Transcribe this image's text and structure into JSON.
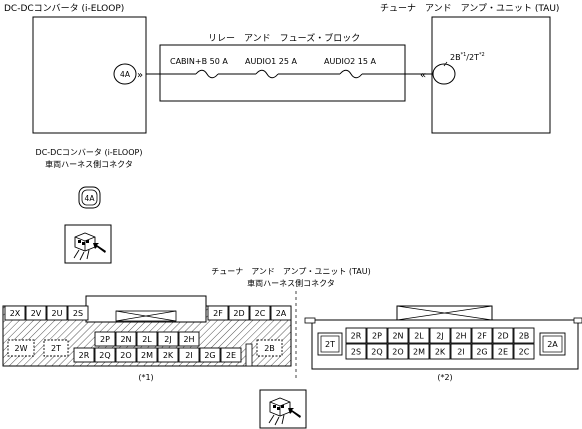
{
  "dcdc": {
    "title": "DC-DCコンバータ (i-ELOOP)",
    "connector_id": "4A",
    "harness_label_line1": "DC-DCコンバータ (i-ELOOP)",
    "harness_label_line2": "車両ハーネス側コネクタ"
  },
  "tau": {
    "title": "チューナ　アンド　アンプ・ユニット (TAU)",
    "pin_label": "2B",
    "pin_sup1": "*1",
    "pin_mid": "/2T",
    "pin_sup2": "*2",
    "harness_label_line1": "チューナ　アンド　アンプ・ユニット (TAU)",
    "harness_label_line2": "車両ハーネス側コネクタ"
  },
  "relay_block": {
    "title": "リレー　アンド　フューズ・ブロック",
    "fuses": [
      "CABIN+B 50 A",
      "AUDIO1 25 A",
      "AUDIO2 15 A"
    ]
  },
  "connector1": {
    "top_left": [
      "2X",
      "2V",
      "2U",
      "2S"
    ],
    "top_right": [
      "2F",
      "2D",
      "2C",
      "2A"
    ],
    "mid_left": "2W",
    "mid_left2": "2T",
    "row1": [
      "2P",
      "2N",
      "2L",
      "2J",
      "2H"
    ],
    "row2": [
      "2R",
      "2Q",
      "2O",
      "2M",
      "2K",
      "2I",
      "2G",
      "2E"
    ],
    "right": "2B",
    "note": "(*1)"
  },
  "connector2": {
    "left": "2T",
    "right": "2A",
    "row1": [
      "2R",
      "2P",
      "2N",
      "2L",
      "2J",
      "2H",
      "2F",
      "2D",
      "2B"
    ],
    "row2": [
      "2S",
      "2Q",
      "2O",
      "2M",
      "2K",
      "2I",
      "2G",
      "2E",
      "2C"
    ],
    "note": "(*2)"
  }
}
